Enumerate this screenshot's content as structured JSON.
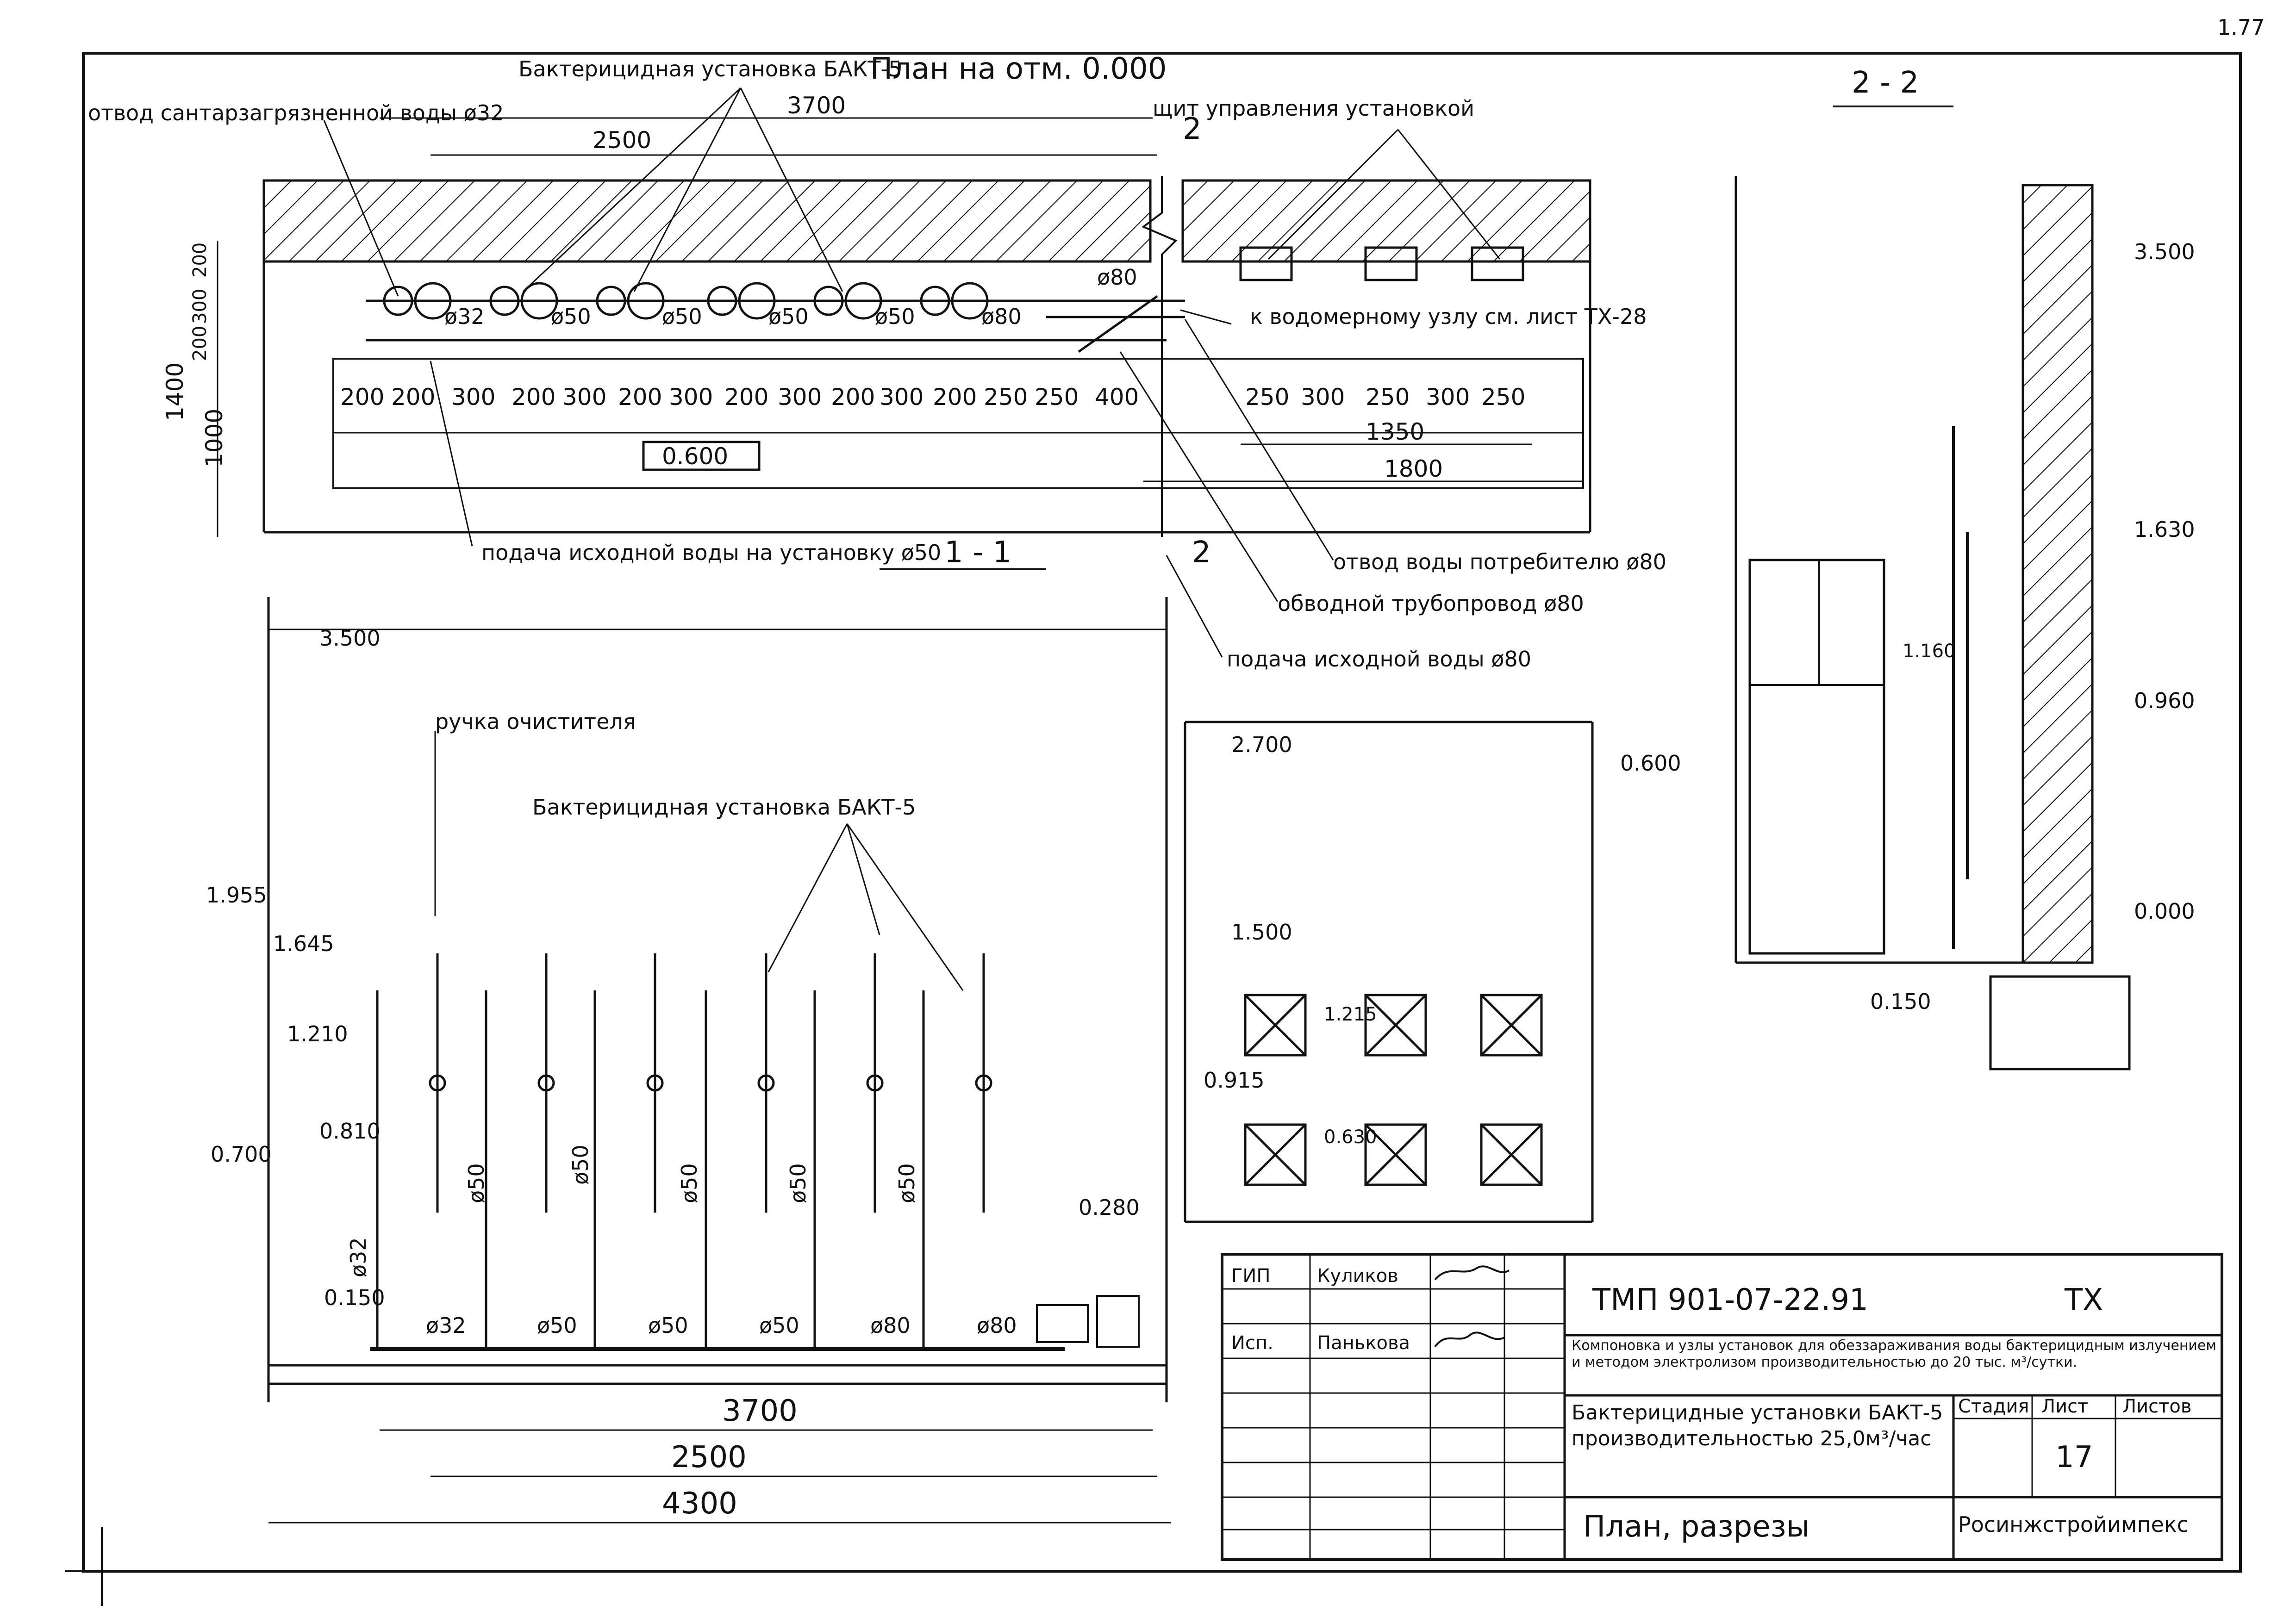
{
  "sheet": {
    "corner_number": "1.77",
    "plan_title": "План на отм. 0.000",
    "section_1_title": "1 - 1",
    "section_2_title": "2 - 2",
    "cut_marker": "2"
  },
  "plan": {
    "label_unit": "Бактерицидная установка БАКТ-5",
    "label_drain": "отвод сантарзагрязненной воды ø32",
    "label_panel": "щит управления установкой",
    "label_meter": "к водомерному узлу см. лист ТХ-28",
    "label_supply_unit": "подача исходной воды на установку ø50",
    "label_consumer": "отвод воды потребителю ø80",
    "label_bypass": "обводной трубопровод ø80",
    "label_supply_main": "подача исходной воды ø80",
    "pipe_labels": [
      "ø32",
      "ø50",
      "ø50",
      "ø50",
      "ø50",
      "ø80"
    ],
    "pipe_main": "ø80",
    "dims_top": [
      "3700",
      "2500"
    ],
    "dims_bottom_left": [
      "200",
      "200",
      "300",
      "200",
      "300",
      "200",
      "300",
      "200",
      "300",
      "200",
      "300",
      "200",
      "250",
      "250",
      "400"
    ],
    "dims_bottom_right": [
      "250",
      "300",
      "250",
      "300",
      "250"
    ],
    "dim_1350": "1350",
    "dim_1800": "1800",
    "dims_left": [
      "200",
      "300",
      "200",
      "1400",
      "1000"
    ],
    "elevation_box": "0.600"
  },
  "section1": {
    "label_handle": "ручка очистителя",
    "label_unit": "Бактерицидная установка БАКТ-5",
    "elevations": [
      "3.500",
      "1.955",
      "1.645",
      "1.210",
      "0.810",
      "0.700",
      "0.150",
      "0.280"
    ],
    "pipe_vertical": [
      "ø32",
      "ø50",
      "ø50",
      "ø50",
      "ø50",
      "ø50"
    ],
    "pipe_bottom": [
      "ø32",
      "ø50",
      "ø50",
      "ø50",
      "ø80",
      "ø80"
    ],
    "dims": [
      "3700",
      "2500",
      "4300"
    ]
  },
  "wall_view": {
    "elevations": [
      "2.700",
      "1.500",
      "1.215",
      "0.915",
      "0.630",
      "0.600"
    ]
  },
  "section2": {
    "elevations": [
      "3.500",
      "1.630",
      "1.160",
      "0.960",
      "0.000",
      "0.150"
    ]
  },
  "title_block": {
    "roles": [
      "ГИП",
      "Исп."
    ],
    "names": [
      "Куликов",
      "Панькова"
    ],
    "code": "ТМП 901-07-22.91",
    "mark": "ТХ",
    "description": "Компоновка и узлы установок для обеззараживания воды бактерицидным излучением и методом электролизом производительностью до 20 тыс. м³/сутки.",
    "subject": "Бактерицидные установки БАКТ-5 производительностью 25,0м³/час",
    "col_stage": "Стадия",
    "col_sheet": "Лист",
    "col_sheets": "Листов",
    "sheet_number": "17",
    "drawing_name": "План, разрезы",
    "organization": "Росинжстройимпекс"
  }
}
